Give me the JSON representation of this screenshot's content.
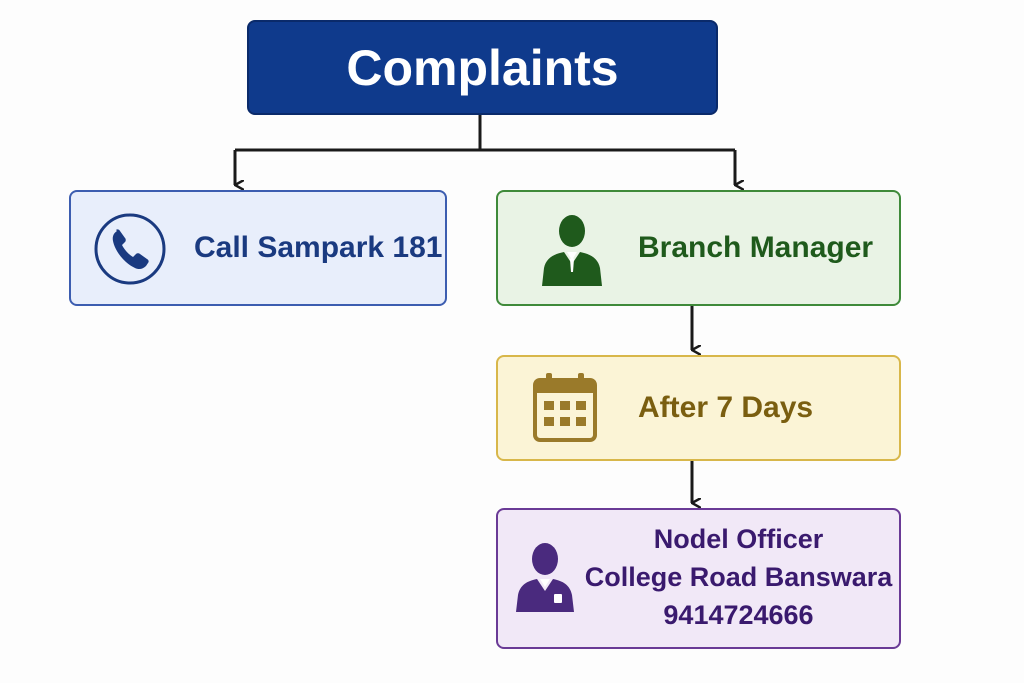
{
  "title": "Complaints",
  "nodes": {
    "call": {
      "label": "Call Sampark 181",
      "icon": "phone-icon"
    },
    "branch": {
      "label": "Branch Manager",
      "icon": "person-icon"
    },
    "days": {
      "label": "After 7 Days",
      "icon": "calendar-icon"
    },
    "officer": {
      "line1": "Nodel Officer",
      "line2": "College Road Banswara",
      "line3": "9414724666",
      "icon": "person-icon"
    }
  },
  "colors": {
    "title_bg": "#0f3a8c",
    "call_text": "#1a3a80",
    "branch_text": "#1f5a1c",
    "days_text": "#7a5e10",
    "officer_text": "#3a1a6e",
    "connector": "#1a1a1a"
  }
}
